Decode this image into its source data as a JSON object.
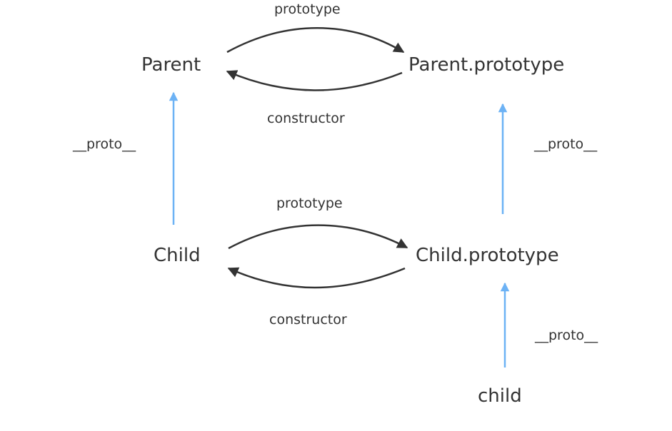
{
  "diagram": {
    "nodes": {
      "parent": "Parent",
      "parent_prototype": "Parent.prototype",
      "child": "Child",
      "child_prototype": "Child.prototype",
      "child_instance": "child"
    },
    "edge_labels": {
      "top_prototype": "prototype",
      "top_constructor": "constructor",
      "bottom_prototype": "prototype",
      "bottom_constructor": "constructor",
      "left_proto": "__proto__",
      "right_proto": "__proto__",
      "instance_proto": "__proto__"
    },
    "colors": {
      "dark_arrow": "#333333",
      "proto_arrow": "#6cb2f5"
    }
  }
}
